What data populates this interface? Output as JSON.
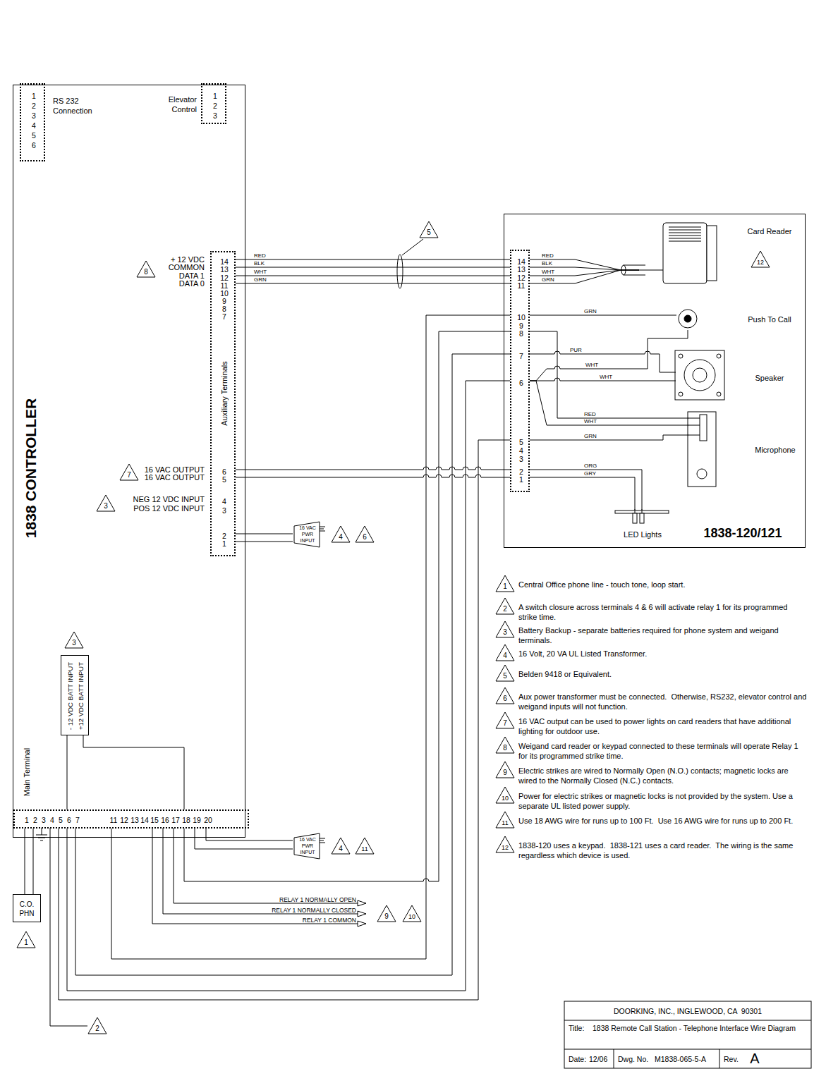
{
  "diagram": {
    "nodes": [
      {
        "text": [
          "1838 CONTROLLER"
        ]
      },
      {
        "text": [
          "1",
          "2",
          "3",
          "4",
          "5",
          "6",
          "RS 232 Connection"
        ],
        "in": 0
      },
      {
        "text": [
          "Elevator Control",
          "1",
          "2",
          "3"
        ],
        "in": 0
      },
      {
        "text": [
          "Auxiliary Terminals",
          "14",
          "13",
          "12",
          "11",
          "10",
          "9",
          "8",
          "7",
          "6",
          "5",
          "4",
          "3",
          "2",
          "1"
        ],
        "in": 0
      },
      {
        "text": [
          "Main Terminal",
          "1",
          "2",
          "3",
          "4",
          "5",
          "6",
          "7",
          "11",
          "12",
          "13",
          "14",
          "15",
          "16",
          "17",
          "18",
          "19",
          "20"
        ],
        "in": 0
      },
      {
        "text": [
          "- 12 VDC BATT INPUT",
          "+12 VDC BATT INPUT"
        ],
        "in": 0
      },
      {
        "text": [
          "C.O. PHN"
        ]
      },
      {
        "text": [
          "16 VAC PWR INPUT"
        ]
      },
      {
        "text": [
          "16 VAC PWR INPUT"
        ]
      },
      {
        "text": [
          "1838-120/121"
        ]
      },
      {
        "text": [
          "14",
          "13",
          "12",
          "11",
          "10",
          "9",
          "8",
          "7",
          "6",
          "5",
          "4",
          "3",
          "2",
          "1"
        ],
        "in": 9
      },
      {
        "text": [
          "Card Reader"
        ],
        "in": 9
      },
      {
        "text": [
          "Push To Call"
        ],
        "in": 9
      },
      {
        "text": [
          "Speaker"
        ],
        "in": 9
      },
      {
        "text": [
          "Microphone"
        ],
        "in": 9
      },
      {
        "text": [
          "LED Lights"
        ],
        "in": 9
      }
    ],
    "edges": [
      {
        "from": 3,
        "to": 10,
        "arrow": "none"
      },
      {
        "from": 4,
        "to": 10,
        "arrow": "none"
      },
      {
        "from": 6,
        "to": 4,
        "arrow": "none"
      },
      {
        "from": 7,
        "to": 3,
        "arrow": "none"
      },
      {
        "from": 8,
        "to": 4,
        "arrow": "none"
      },
      {
        "from": 5,
        "to": 4,
        "arrow": "none"
      },
      {
        "from": 10,
        "to": 11,
        "arrow": "none"
      },
      {
        "from": 10,
        "to": 12,
        "arrow": "none"
      },
      {
        "from": 10,
        "to": 13,
        "arrow": "none"
      },
      {
        "from": 10,
        "to": 14,
        "arrow": "none"
      },
      {
        "from": 10,
        "to": 15,
        "arrow": "none"
      }
    ],
    "labels": [
      "+ 12 VDC",
      "COMMON",
      "DATA 1",
      "DATA 0",
      "8",
      "16 VAC OUTPUT",
      "16 VAC OUTPUT",
      "7",
      "NEG 12 VDC INPUT",
      "POS 12 VDC INPUT",
      "3",
      "3",
      "4",
      "6",
      "4",
      "11",
      "5",
      "RED",
      "BLK",
      "WHT",
      "GRN",
      "RED",
      "BLK",
      "WHT",
      "GRN",
      "12",
      "GRN",
      "PUR",
      "WHT",
      "WHT",
      "RED",
      "WHT",
      "GRN",
      "ORG",
      "GRY",
      "1",
      "2",
      "RELAY 1 NORMALLY OPEN",
      "RELAY 1 NORMALLY CLOSED",
      "RELAY 1 COMMON",
      "9",
      "10",
      "1",
      "Central Office phone line - touch tone, loop start.",
      "2",
      "A switch closure across terminals 4 & 6 will activate relay 1 for its programmed strike time.",
      "3",
      "Battery Backup - separate batteries required for phone system and weigand terminals.",
      "4",
      "16 Volt, 20 VA UL Listed Transformer.",
      "5",
      "Belden 9418 or Equivalent.",
      "6",
      "Aux power transformer must be connected.  Otherwise, RS232, elevator control and weigand inputs will not function.",
      "7",
      "16 VAC output can be used to power lights on card readers that have additional lighting for outdoor use.",
      "8",
      "Weigand card reader or keypad connected to these terminals will operate Relay 1 for its programmed strike time.",
      "9",
      "Electric strikes are wired to Normally Open (N.O.) contacts; magnetic locks are wired to the Normally Closed (N.C.) contacts.",
      "10",
      "Power for electric strikes or magnetic locks is not provided by the system. Use a separate UL listed power supply.",
      "11",
      "Use 18 AWG wire for runs up to 100 Ft.  Use 16 AWG wire for runs up to 200 Ft.",
      "12",
      "1838-120 uses a keypad.  1838-121 uses a card reader.  The wiring is the same regardless which device is used.",
      "DOORKING, INC., INGLEWOOD, CA  90301",
      "Title:",
      "1838 Remote Call Station - Telephone Interface Wire Diagram",
      "Date:",
      "12/06",
      "Dwg. No.",
      "M1838-065-5-A",
      "Rev.",
      "A"
    ]
  }
}
